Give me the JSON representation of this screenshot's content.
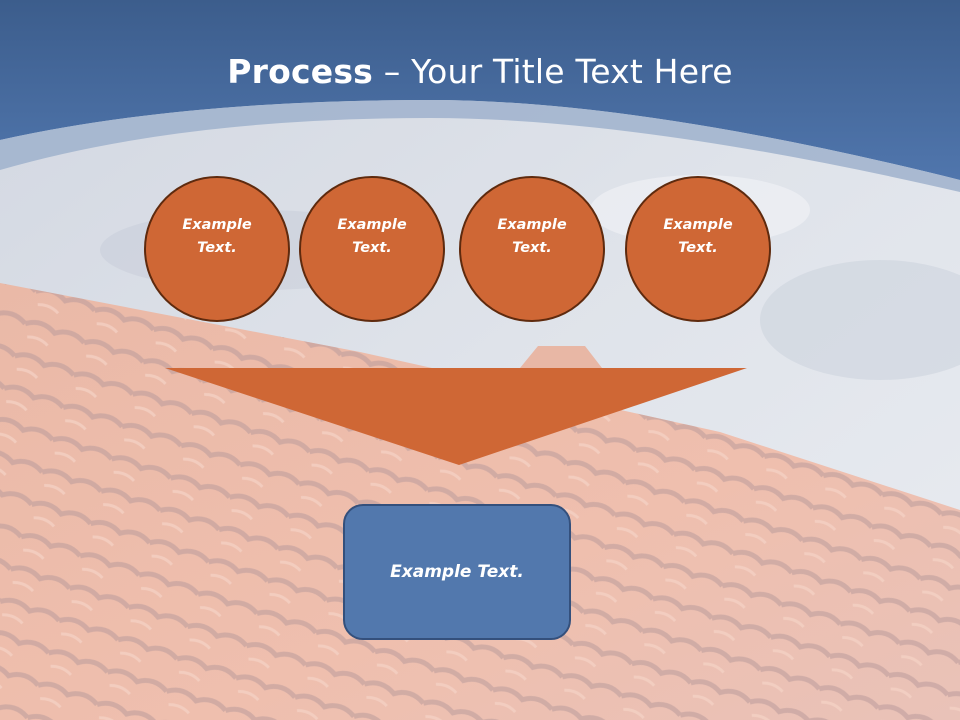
{
  "slide": {
    "title_bold": "Process",
    "title_rest": " – Your Title Text Here",
    "colors": {
      "header_top": "#3c5d8c",
      "header_bottom": "#5076ad",
      "circle_fill": "#cf6735",
      "circle_border": "#5e2a0e",
      "arrow_fill": "#cf6735",
      "box_fill": "#5278ad",
      "box_border": "#34507c"
    }
  },
  "process": {
    "steps": [
      {
        "label": "Example Text."
      },
      {
        "label": "Example Text."
      },
      {
        "label": "Example Text."
      },
      {
        "label": "Example Text."
      }
    ],
    "result": {
      "label": "Example Text."
    }
  }
}
